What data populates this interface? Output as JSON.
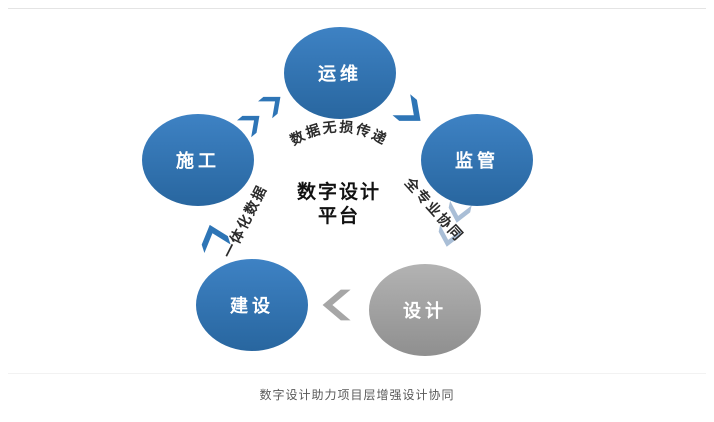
{
  "colors": {
    "node_blue_light": "#3e82c4",
    "node_blue_dark": "#28669f",
    "node_gray_light": "#b3b3b3",
    "node_gray_dark": "#8f8f8f",
    "chevron_blue": "#2e75b6",
    "chevron_light_blue": "#a9bed6",
    "chevron_gray": "#a6a6a6"
  },
  "diagram": {
    "center_title_line1": "数字设计",
    "center_title_line2": "平台",
    "nodes": {
      "yunwei": "运维",
      "jianguan": "监管",
      "sheji": "设计",
      "jianshe": "建设",
      "shigong": "施工"
    },
    "flow_labels": {
      "top_arc": "数据无损传递",
      "right": "全专业协同",
      "left": "一体化数据"
    }
  },
  "caption": "数字设计助力项目层增强设计协同"
}
